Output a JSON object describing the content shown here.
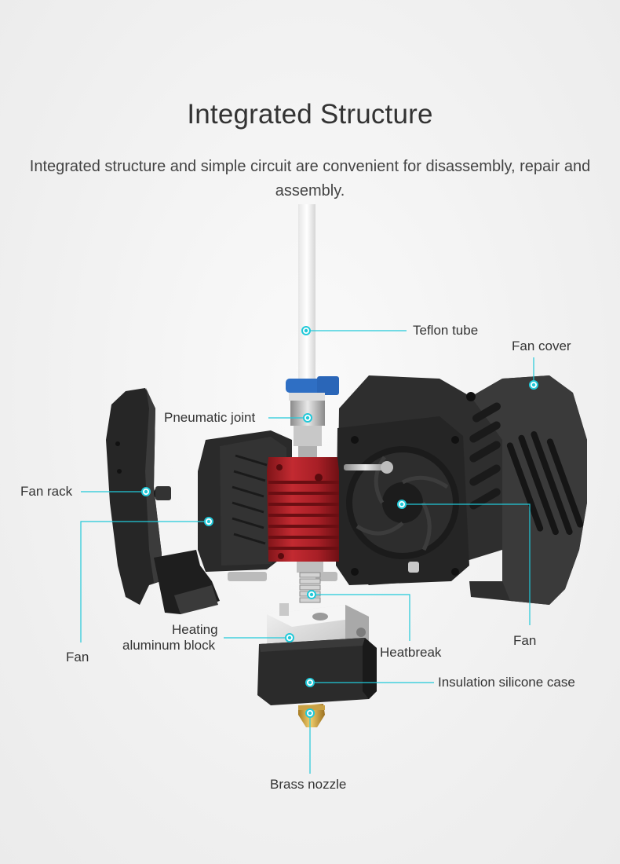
{
  "header": {
    "title": "Integrated Structure",
    "subtitle": "Integrated structure and simple circuit are convenient for disassembly, repair and assembly."
  },
  "labels": {
    "teflon_tube": "Teflon tube",
    "fan_cover": "Fan cover",
    "pneumatic_joint": "Pneumatic joint",
    "fan_rack": "Fan rack",
    "fan_left": "Fan",
    "fan_right": "Fan",
    "heating_block_line1": "Heating",
    "heating_block_line2": "aluminum block",
    "heatbreak": "Heatbreak",
    "insulation_case": "Insulation silicone case",
    "brass_nozzle": "Brass nozzle"
  },
  "colors": {
    "callout": "#21c9d9",
    "heatsink_red": "#b8242b",
    "plastic_black": "#2b2b2b",
    "aluminum": "#d9d9d9",
    "brass": "#d9a941",
    "joint_blue": "#2f6fc4"
  }
}
